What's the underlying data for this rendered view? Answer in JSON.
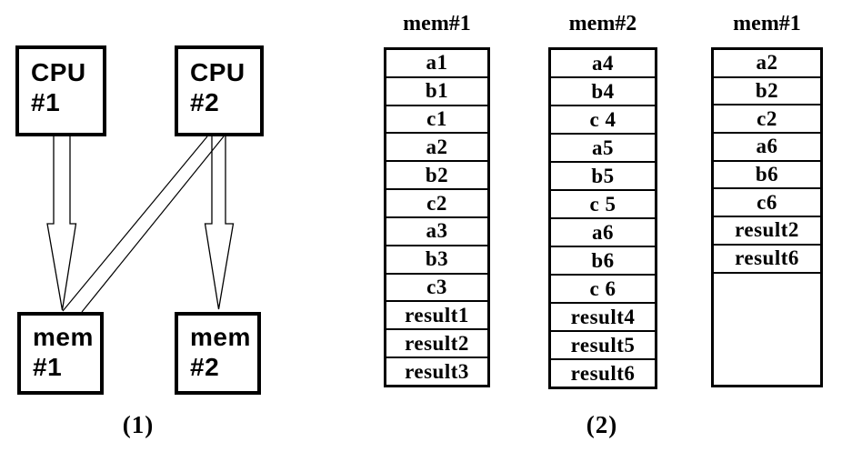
{
  "colors": {
    "ink": "#000000",
    "background": "#ffffff"
  },
  "diagram1": {
    "caption": "(1)",
    "boxes": {
      "cpu1": "CPU\n#1",
      "cpu2": "CPU\n#2",
      "mem1": "mem\n#1",
      "mem2": "mem\n#2"
    },
    "arrows": [
      {
        "name": "cpu1-to-mem1-block-arrow",
        "from": "cpu1",
        "to": "mem1",
        "style": "hollow-block"
      },
      {
        "name": "cpu2-to-mem2-block-arrow",
        "from": "cpu2",
        "to": "mem2",
        "style": "hollow-block"
      },
      {
        "name": "cpu2-to-mem1-thin-arrow",
        "from": "cpu2",
        "to": "mem1",
        "style": "thin-double-line"
      }
    ]
  },
  "diagram2": {
    "caption": "(2)",
    "tables": [
      {
        "title": "mem#1",
        "rows": [
          "a1",
          "b1",
          "c1",
          "a2",
          "b2",
          "c2",
          "a3",
          "b3",
          "c3",
          "result1",
          "result2",
          "result3"
        ]
      },
      {
        "title": "mem#2",
        "rows": [
          "a4",
          "b4",
          "c 4",
          "a5",
          "b5",
          "c 5",
          "a6",
          "b6",
          "c 6",
          "result4",
          "result5",
          "result6"
        ]
      },
      {
        "title": "mem#1",
        "rows": [
          "a2",
          "b2",
          "c2",
          "a6",
          "b6",
          "c6",
          "result2",
          "result6"
        ]
      }
    ]
  }
}
